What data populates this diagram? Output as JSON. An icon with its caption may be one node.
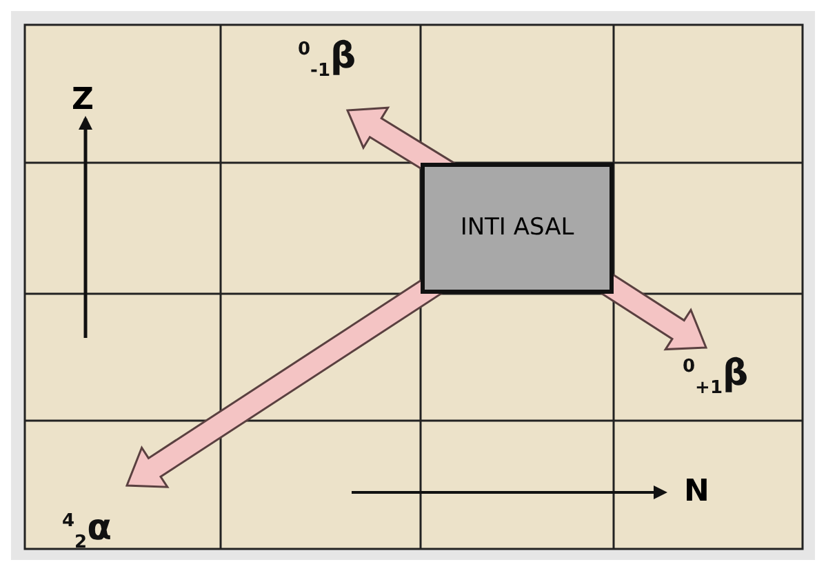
{
  "diagram": {
    "nodes": [
      {
        "text": [
          "INTI ASAL"
        ]
      },
      {
        "text": [
          "$^{0}$$_{-1}$β"
        ]
      },
      {
        "text": [
          "$^{0}$$_{+1}$β"
        ]
      },
      {
        "text": [
          "$^{4}$$_{2}$α"
        ]
      }
    ],
    "edges": [
      {
        "from": 0,
        "to": 1,
        "arrow": "to"
      },
      {
        "from": 0,
        "to": 2,
        "arrow": "to"
      },
      {
        "from": 0,
        "to": 3,
        "arrow": "to"
      }
    ],
    "labels": [
      "Z",
      "N"
    ]
  }
}
